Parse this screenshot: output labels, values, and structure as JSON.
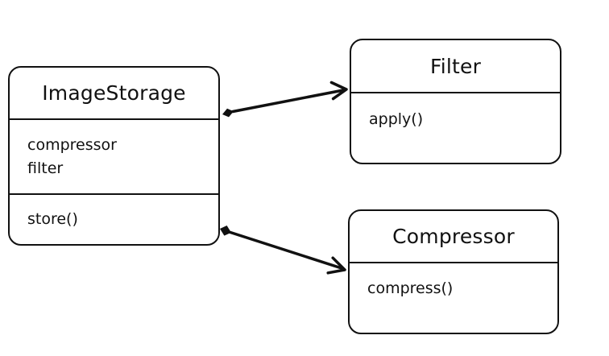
{
  "diagram": {
    "classes": [
      {
        "id": "imagestorage",
        "name": "ImageStorage",
        "attributes": [
          "compressor",
          "filter"
        ],
        "operations": [
          "store()"
        ]
      },
      {
        "id": "filter",
        "name": "Filter",
        "attributes": [],
        "operations": [
          "apply()"
        ]
      },
      {
        "id": "compressor",
        "name": "Compressor",
        "attributes": [],
        "operations": [
          "compress()"
        ]
      }
    ],
    "relationships": [
      {
        "from": "ImageStorage",
        "to": "Filter",
        "kind": "composition",
        "navigable": true
      },
      {
        "from": "ImageStorage",
        "to": "Compressor",
        "kind": "composition",
        "navigable": true
      }
    ],
    "colors": {
      "stroke": "#111111",
      "background": "#ffffff"
    }
  }
}
